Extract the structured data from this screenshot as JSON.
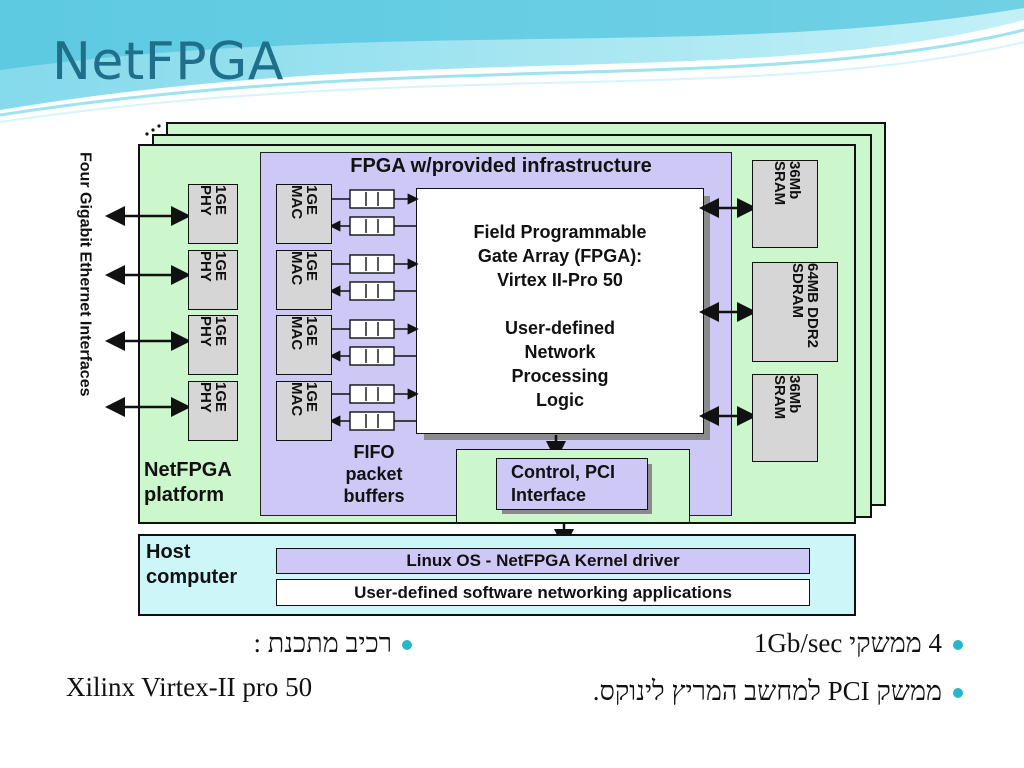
{
  "slide": {
    "title": "NetFPGA"
  },
  "diagram": {
    "fpga_header": "FPGA w/provided infrastructure",
    "fpga_core": [
      "Field Programmable",
      "Gate Array (FPGA):",
      "Virtex II-Pro 50",
      "",
      "User-defined",
      "Network",
      "Processing",
      "Logic"
    ],
    "phy_label": "1GE PHY",
    "mac_label": "1GE MAC",
    "fifo_label": [
      "FIFO",
      "packet",
      "buffers"
    ],
    "side_label": "Four Gigabit Ethernet Interfaces",
    "platform_label": [
      "NetFPGA",
      "platform"
    ],
    "control_label": [
      "Control, PCI",
      "Interface"
    ],
    "memories": [
      {
        "label": "36Mb SRAM"
      },
      {
        "label": "64MB DDR2 SDRAM"
      },
      {
        "label": "36Mb SRAM"
      }
    ],
    "host_label": [
      "Host",
      "computer"
    ],
    "host_layers": [
      "Linux OS - NetFPGA Kernel driver",
      "User-defined software networking applications"
    ]
  },
  "bullets": {
    "right": [
      "4 ממשקי 1Gb/sec",
      "ממשק PCI למחשב המריץ לינוקס."
    ],
    "left": [
      "רכיב מתכנת :",
      "Xilinx Virtex-II pro 50"
    ]
  },
  "colors": {
    "title": "#1f6f8b",
    "platform_fill": "#ccf6cc",
    "fpga_fill": "#cdc8f5",
    "memory_fill": "#d6d6d6",
    "host_fill": "#ccf6f8",
    "host_layer_fill": "#cdc8f5",
    "bullet": "#27b7c9"
  }
}
